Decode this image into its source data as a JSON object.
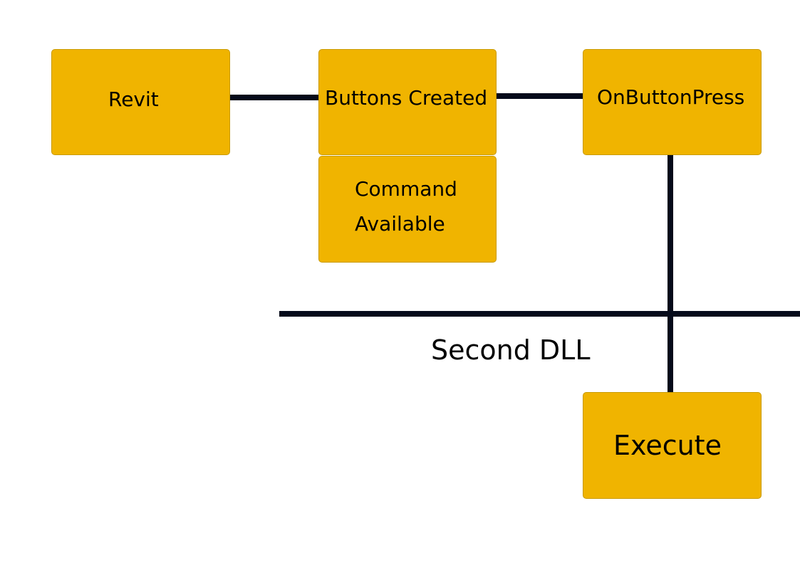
{
  "diagram": {
    "nodes": {
      "revit": {
        "label": "Revit"
      },
      "buttons_created": {
        "label": "Buttons Created"
      },
      "on_button_press": {
        "label": "OnButtonPress"
      },
      "command_available": {
        "line1": "Command",
        "line2": "Available"
      },
      "execute": {
        "label": "Execute"
      }
    },
    "separator_label": "Second DLL",
    "edges": [
      {
        "from": "Revit",
        "to": "Buttons Created"
      },
      {
        "from": "Buttons Created",
        "to": "OnButtonPress"
      },
      {
        "from": "OnButtonPress",
        "to": "Execute"
      }
    ]
  },
  "colors": {
    "box_fill": "#f0b400",
    "line": "#050a1a",
    "text": "#000000",
    "background": "#ffffff"
  }
}
